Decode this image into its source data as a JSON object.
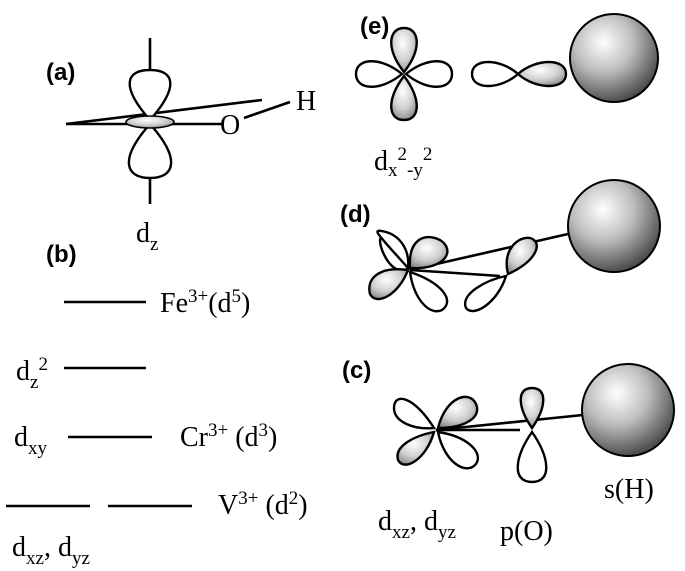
{
  "panels": {
    "a": "(a)",
    "b": "(b)",
    "c": "(c)",
    "d": "(d)",
    "e": "(e)"
  },
  "panel_a": {
    "atom_O": "O",
    "atom_H": "H",
    "orbital": {
      "base": "d",
      "sub": "z"
    }
  },
  "panel_b": {
    "levels": [
      {
        "ion": "Fe",
        "charge": "3+",
        "config_open": "(d",
        "config_exp": "5",
        "config_close": ")"
      },
      {
        "label_base": "d",
        "label_sub": "z",
        "label_sup": "2"
      },
      {
        "label_base": "d",
        "label_sub": "xy",
        "ion": "Cr",
        "charge": "3+",
        "config_open": " (d",
        "config_exp": "3",
        "config_close": ")"
      },
      {
        "ion": "V",
        "charge": "3+",
        "config_open": " (d",
        "config_exp": "2",
        "config_close": ")"
      }
    ],
    "bottom_label": {
      "d1": "d",
      "sub1": "xz",
      "sep": ", ",
      "d2": "d",
      "sub2": "yz"
    }
  },
  "panel_c": {
    "labels": {
      "d_orbital": {
        "d1": "d",
        "sub1": "xz",
        "sep": ", ",
        "d2": "d",
        "sub2": "yz"
      },
      "p_orbital": "p(O)",
      "s_orbital": "s(H)"
    }
  },
  "panel_e": {
    "label": {
      "base": "d",
      "sub": "x",
      "sup1": "2",
      "minus": "-y",
      "sup2": "2"
    }
  }
}
